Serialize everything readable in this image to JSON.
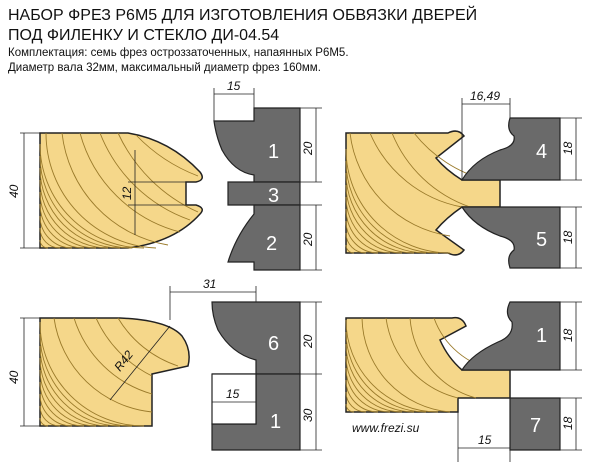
{
  "header": {
    "title_line1": "НАБОР ФРЕЗ Р6М5 ДЛЯ ИЗГОТОВЛЕНИЯ ОБВЯЗКИ ДВЕРЕЙ",
    "title_line2": "ПОД ФИЛЕНКУ И СТЕКЛО ДИ-04.54",
    "spec_line1": "Комплектация: семь фрез остроззаточенных, напаянных Р6М5.",
    "spec_line2": "Диаметр вала 32мм, максимальный диаметр фрез 160мм."
  },
  "cutters": {
    "c1": "1",
    "c2": "2",
    "c3": "3",
    "c4": "4",
    "c5": "5",
    "c6": "6",
    "c1b": "1",
    "c1c": "1",
    "c7": "7"
  },
  "dimensions": {
    "d40_top": "40",
    "d12": "12",
    "d15_top": "15",
    "d20_a": "20",
    "d20_b": "20",
    "d1649": "16,49",
    "d18_a": "18",
    "d18_b": "18",
    "d40_bottom": "40",
    "r42": "R42",
    "d31": "31",
    "d20_c": "20",
    "d30": "30",
    "d15_mid": "15",
    "d18_c": "18",
    "d18_d": "18",
    "d15_bottom": "15"
  },
  "watermark": "www.frezi.su",
  "colors": {
    "wood": "#f5d78a",
    "wood_line": "#9a7a2a",
    "cutter": "#6a6a6a",
    "outline": "#222222"
  }
}
